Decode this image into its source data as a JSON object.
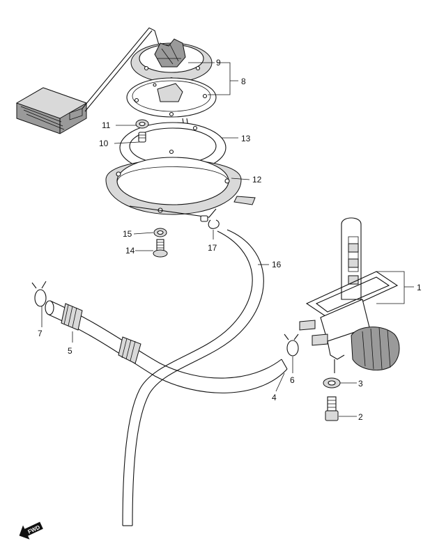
{
  "callouts": [
    {
      "id": "c1",
      "label": "1"
    },
    {
      "id": "c2",
      "label": "2"
    },
    {
      "id": "c3",
      "label": "3"
    },
    {
      "id": "c4",
      "label": "4"
    },
    {
      "id": "c5",
      "label": "5"
    },
    {
      "id": "c6",
      "label": "6"
    },
    {
      "id": "c7",
      "label": "7"
    },
    {
      "id": "c8",
      "label": "8"
    },
    {
      "id": "c9",
      "label": "9"
    },
    {
      "id": "c10",
      "label": "10"
    },
    {
      "id": "c11",
      "label": "11"
    },
    {
      "id": "c12",
      "label": "12"
    },
    {
      "id": "c13",
      "label": "13"
    },
    {
      "id": "c14",
      "label": "14"
    },
    {
      "id": "c15",
      "label": "15"
    },
    {
      "id": "c16",
      "label": "16"
    },
    {
      "id": "c17",
      "label": "17"
    }
  ],
  "direction_badge": {
    "label": "FWD"
  }
}
